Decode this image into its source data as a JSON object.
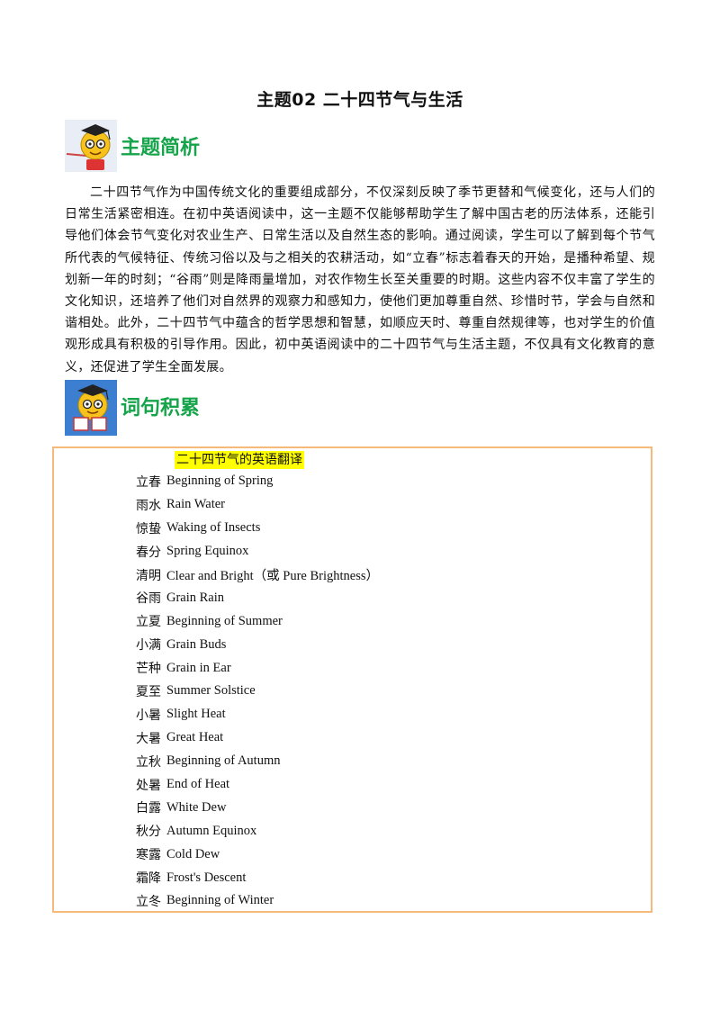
{
  "title": "主题02  二十四节气与生活",
  "sections": {
    "analysis_label": "主题简析",
    "vocab_label": "词句积累"
  },
  "paragraph": "二十四节气作为中国传统文化的重要组成部分，不仅深刻反映了季节更替和气候变化，还与人们的日常生活紧密相连。在初中英语阅读中，这一主题不仅能够帮助学生了解中国古老的历法体系，还能引导他们体会节气变化对农业生产、日常生活以及自然生态的影响。通过阅读，学生可以了解到每个节气所代表的气候特征、传统习俗以及与之相关的农耕活动，如“立春”标志着春天的开始，是播种希望、规划新一年的时刻；“谷雨”则是降雨量增加，对农作物生长至关重要的时期。这些内容不仅丰富了学生的文化知识，还培养了他们对自然界的观察力和感知力，使他们更加尊重自然、珍惜时节，学会与自然和谐相处。此外，二十四节气中蕴含的哲学思想和智慧，如顺应天时、尊重自然规律等，也对学生的价值观形成具有积极的引导作用。因此，初中英语阅读中的二十四节气与生活主题，不仅具有文化教育的意义，还促进了学生全面发展。",
  "vocab": {
    "heading": "二十四节气的英语翻译",
    "terms": [
      {
        "cn": "立春",
        "en": "Beginning of Spring"
      },
      {
        "cn": "雨水",
        "en": "Rain Water"
      },
      {
        "cn": "惊蛰",
        "en": "Waking of Insects"
      },
      {
        "cn": "春分",
        "en": "Spring Equinox"
      },
      {
        "cn": "清明",
        "en": "Clear and Bright（或 Pure  Brightness）"
      },
      {
        "cn": "谷雨",
        "en": "Grain Rain"
      },
      {
        "cn": "立夏",
        "en": "Beginning of Summer"
      },
      {
        "cn": "小满",
        "en": "Grain Buds"
      },
      {
        "cn": "芒种",
        "en": "Grain in Ear"
      },
      {
        "cn": "夏至",
        "en": "Summer Solstice"
      },
      {
        "cn": "小暑",
        "en": "Slight Heat"
      },
      {
        "cn": "大暑",
        "en": "Great Heat"
      },
      {
        "cn": "立秋",
        "en": "Beginning of Autumn"
      },
      {
        "cn": "处暑",
        "en": "End of Heat"
      },
      {
        "cn": "白露",
        "en": "White Dew"
      },
      {
        "cn": "秋分",
        "en": "Autumn Equinox"
      },
      {
        "cn": "寒露",
        "en": "Cold Dew"
      },
      {
        "cn": "霜降",
        "en": "Frost's Descent"
      },
      {
        "cn": "立冬",
        "en": "Beginning of Winter"
      }
    ]
  },
  "colors": {
    "section_label": "#16a44a",
    "box_border": "#f5b97a",
    "highlight": "#ffff00"
  }
}
